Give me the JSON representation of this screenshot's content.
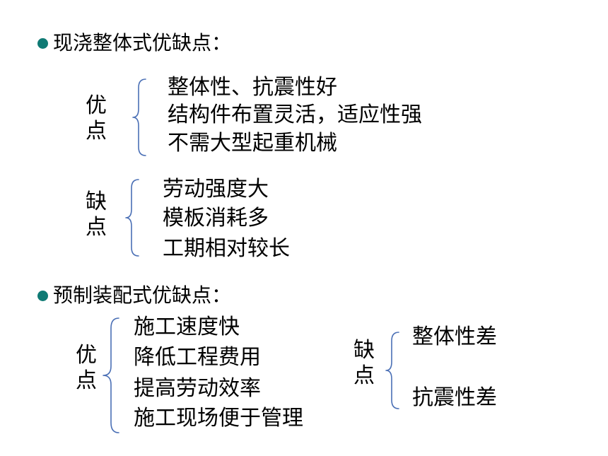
{
  "colors": {
    "bullet": "#0f7a74",
    "brace": "#4a6fb5",
    "text": "#000000"
  },
  "section1": {
    "heading": "现浇整体式优缺点：",
    "pros": {
      "label_top": "优",
      "label_bottom": "点",
      "items": [
        "整体性、抗震性好",
        "结构件布置灵活，适应性强",
        "不需大型起重机械"
      ]
    },
    "cons": {
      "label_top": "缺",
      "label_bottom": "点",
      "items": [
        "劳动强度大",
        "模板消耗多",
        "工期相对较长"
      ]
    }
  },
  "section2": {
    "heading": "预制装配式优缺点：",
    "pros": {
      "label_top": "优",
      "label_bottom": "点",
      "items": [
        "施工速度快",
        "降低工程费用",
        "提高劳动效率",
        "施工现场便于管理"
      ]
    },
    "cons": {
      "label_top": "缺",
      "label_bottom": "点",
      "items": [
        "整体性差",
        "抗震性差"
      ]
    }
  }
}
